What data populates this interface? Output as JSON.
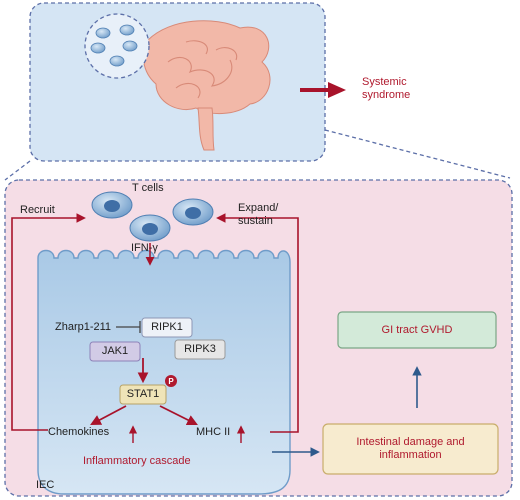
{
  "labels": {
    "systemic_syndrome": "Systemic\nsyndrome",
    "t_cells": "T cells",
    "recruit": "Recruit",
    "expand_sustain": "Expand/\nsustain",
    "ifn_gamma": "IFN-γ",
    "zharp": "Zharp1-211",
    "ripk1": "RIPK1",
    "jak1": "JAK1",
    "ripk3": "RIPK3",
    "phospho": "P",
    "stat1": "STAT1",
    "chemokines": "Chemokines",
    "mhc2": "MHC II",
    "inflammatory_cascade": "Inflammatory cascade",
    "iec": "IEC",
    "gi_gvhd": "GI tract GVHD",
    "intestinal_damage": "Intestinal damage and\ninflammation"
  },
  "colors": {
    "arrow_red": "#a8132b",
    "arrow_blue": "#2e5a8c",
    "cell_fill": "#a9c7e6",
    "panel_top": "#d5e5f4",
    "panel_bottom": "#f5dde6"
  }
}
